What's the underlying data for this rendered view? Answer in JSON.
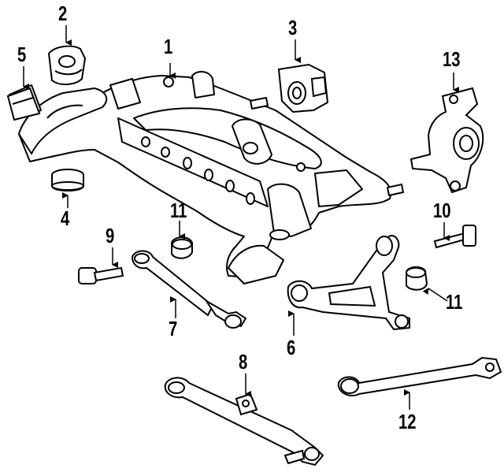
{
  "diagram": {
    "callouts": {
      "c1": "1",
      "c2": "2",
      "c3": "3",
      "c4": "4",
      "c5": "5",
      "c6": "6",
      "c7": "7",
      "c8": "8",
      "c9": "9",
      "c10": "10",
      "c11a": "11",
      "c11b": "11",
      "c12": "12",
      "c13": "13"
    },
    "colors": {
      "ink": "#000000",
      "paper": "#ffffff"
    }
  }
}
